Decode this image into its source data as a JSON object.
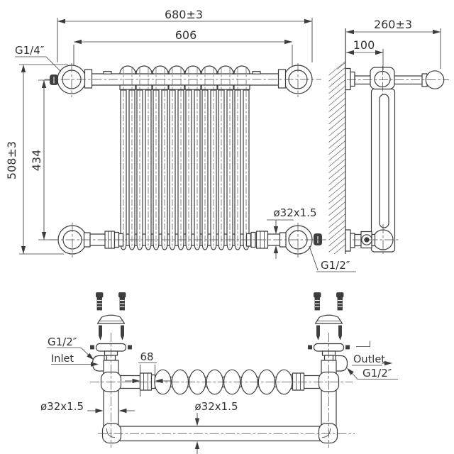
{
  "drawing": {
    "background_color": "#ffffff",
    "line_color": "#3c3c3c",
    "front_view": {
      "dim_width_overall": "680±3",
      "dim_hole_spacing": "606",
      "dim_height_overall": "508±3",
      "dim_height_centers": "434",
      "label_air_vent": "G1/4″",
      "label_pipe_size": "ø32x1.5",
      "label_bottom_connection": "G1/2″"
    },
    "side_view": {
      "dim_depth_overall": "260±3",
      "dim_wall_to_bracket": "100"
    },
    "plan_view": {
      "label_inlet_thread": "G1/2″",
      "label_inlet": "Inlet",
      "label_outlet": "Outlet",
      "label_outlet_thread": "G1/2″",
      "dim_union_length": "68",
      "label_riser_pipe_size": "ø32x1.5",
      "label_rail_pipe_size": "ø32x1.5"
    }
  }
}
